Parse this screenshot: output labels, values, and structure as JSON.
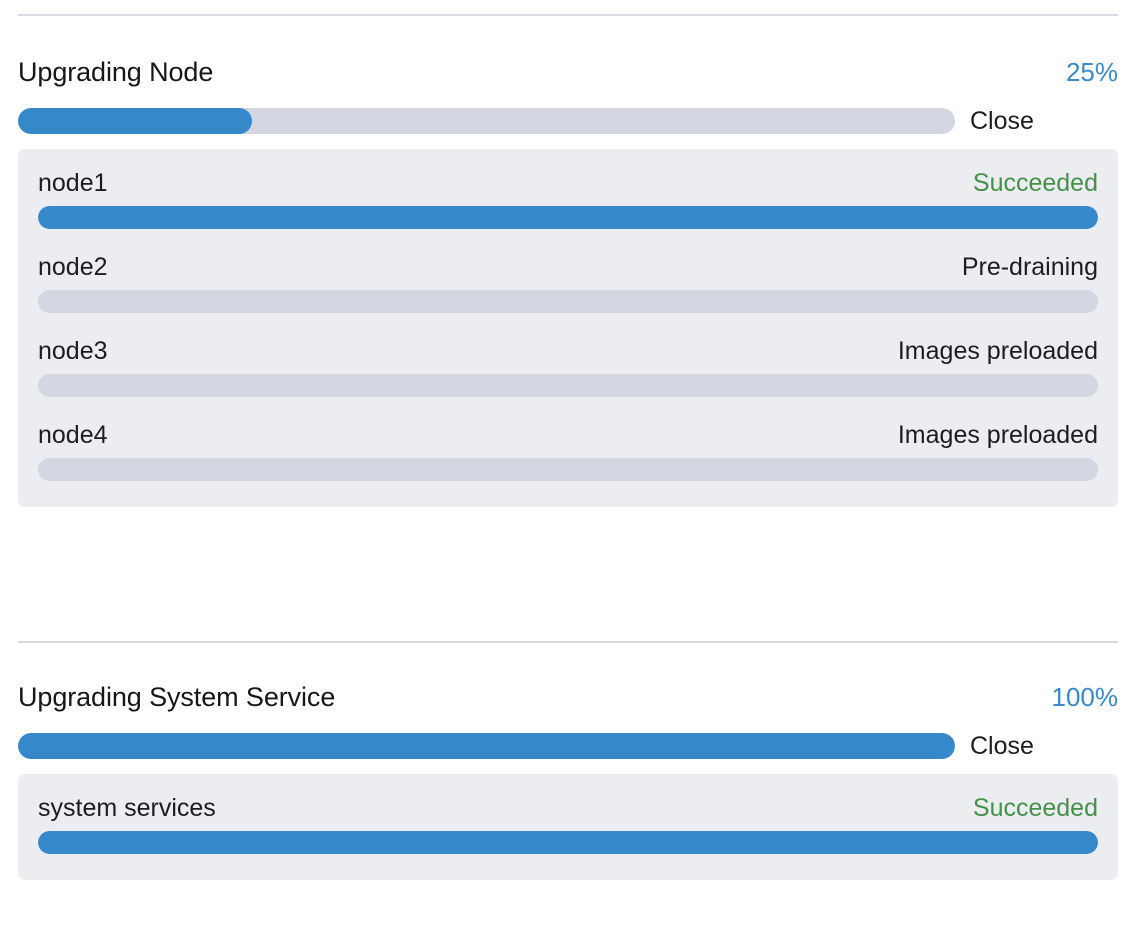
{
  "sections": [
    {
      "id": "upgrading-node",
      "title": "Upgrading Node",
      "percent_label": "25%",
      "percent_value": 25,
      "close_label": "Close",
      "rows": [
        {
          "name": "node1",
          "status": "Succeeded",
          "status_type": "success",
          "progress": 100
        },
        {
          "name": "node2",
          "status": "Pre-draining",
          "status_type": "neutral",
          "progress": 0
        },
        {
          "name": "node3",
          "status": "Images preloaded",
          "status_type": "neutral",
          "progress": 0
        },
        {
          "name": "node4",
          "status": "Images preloaded",
          "status_type": "neutral",
          "progress": 0
        }
      ]
    },
    {
      "id": "upgrading-system-service",
      "title": "Upgrading System Service",
      "percent_label": "100%",
      "percent_value": 100,
      "close_label": "Close",
      "rows": [
        {
          "name": "system services",
          "status": "Succeeded",
          "status_type": "success",
          "progress": 100
        }
      ]
    }
  ],
  "colors": {
    "accent_blue": "#3589ca",
    "percent_blue": "#3a8ac9",
    "success_green": "#46904a",
    "track_gray": "#d4d7e1",
    "panel_gray": "#ebedf1",
    "divider_gray": "#d7d9e3",
    "text_dark": "#1b1d21"
  }
}
